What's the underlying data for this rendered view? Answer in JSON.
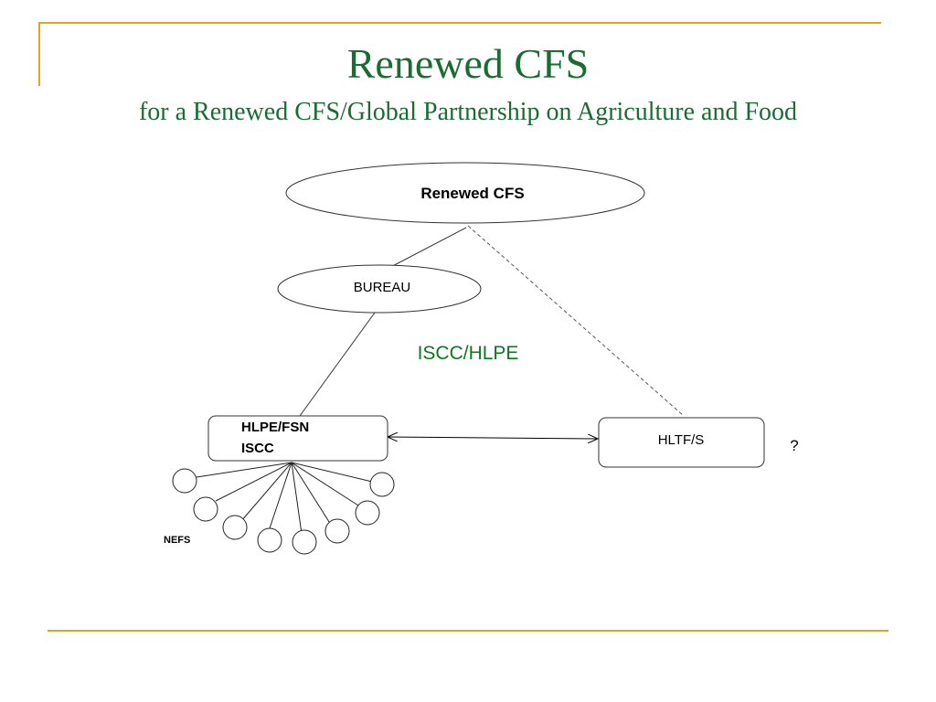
{
  "slide": {
    "title": "Renewed CFS",
    "subtitle": "for a Renewed CFS/Global Partnership on Agriculture and Food"
  },
  "diagram": {
    "nodes": {
      "renewed_cfs": "Renewed CFS",
      "bureau": "BUREAU",
      "hlpe_fsn": "HLPE/FSN",
      "iscc": "ISCC",
      "hltf": "HLTF/S",
      "nefs": "NEFS"
    },
    "center_label": "ISCC/HLPE",
    "question_mark": "?",
    "colors": {
      "title": "#1b6b33",
      "accent_rule": "#e0a420",
      "center_label": "#0a7a1e"
    }
  }
}
